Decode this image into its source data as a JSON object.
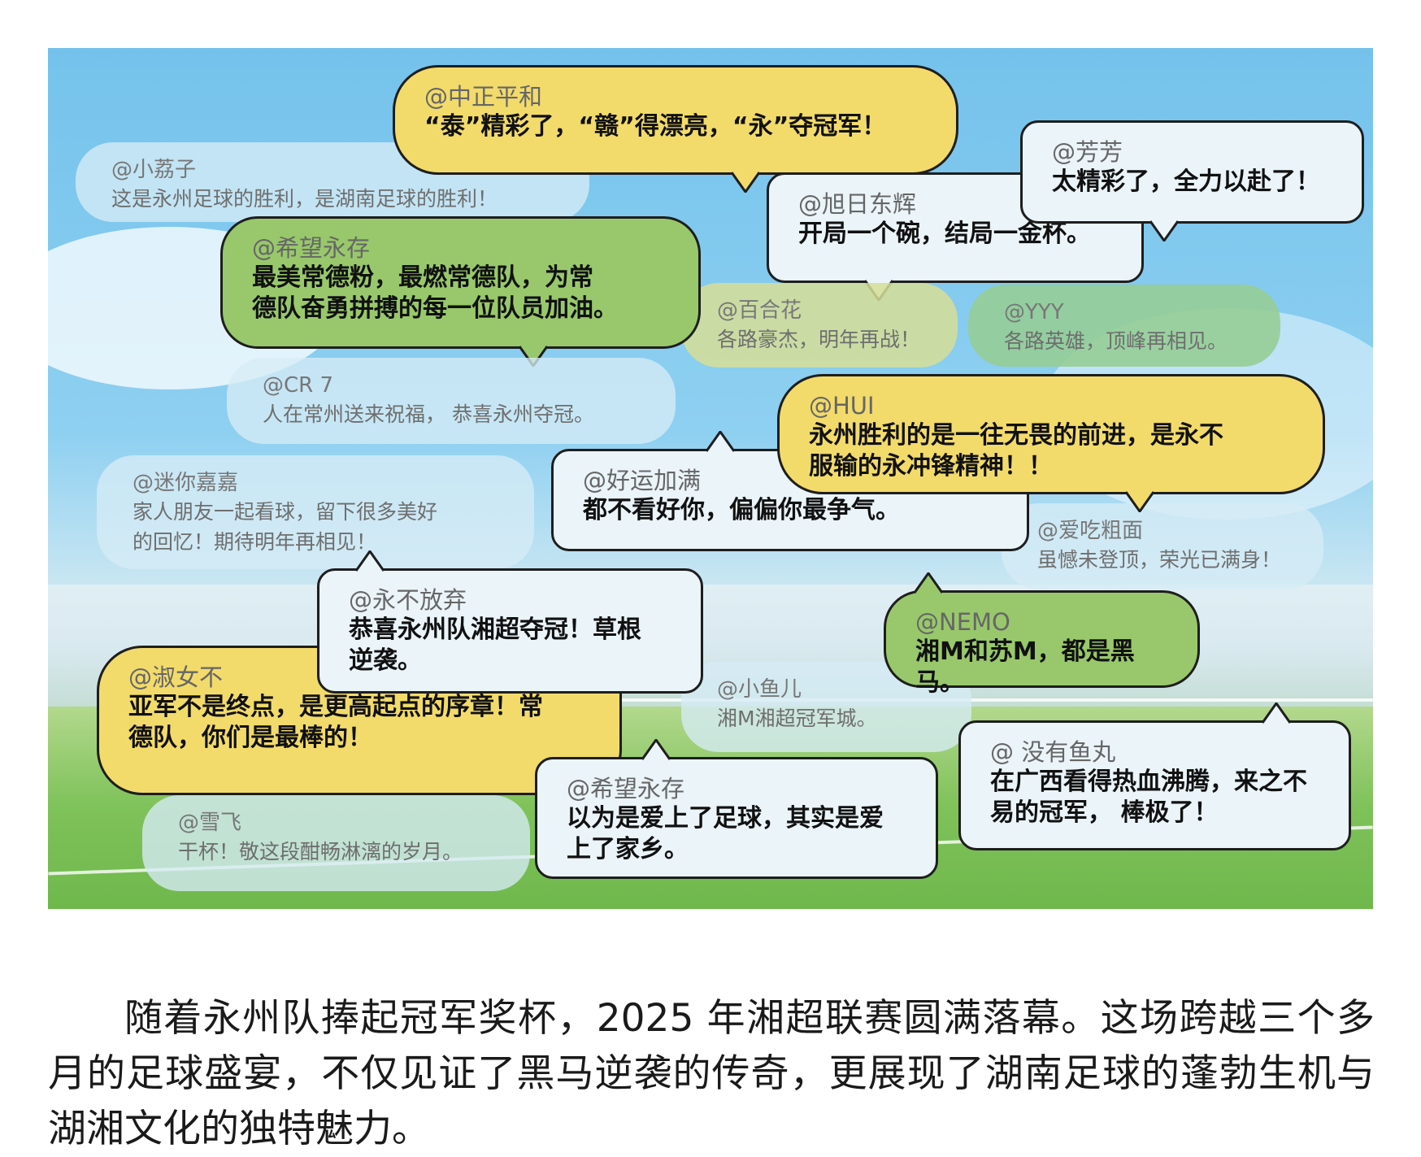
{
  "bubbles": [
    {
      "user": "@小荔子",
      "text": "这是永州足球的胜利，是湖南足球的胜利！",
      "style": "faded"
    },
    {
      "user": "@中正平和",
      "text": "“泰”精彩了，“赣”得漂亮，“永”夺冠军！",
      "style": "yellow"
    },
    {
      "user": "@旭日东辉",
      "text": "开局一个碗，结局一金杯。",
      "style": "white"
    },
    {
      "user": "@芳芳",
      "text": "太精彩了，全力以赴了！",
      "style": "white"
    },
    {
      "user": "@百合花",
      "text": "各路豪杰，明年再战！",
      "style": "faded olive"
    },
    {
      "user": "@YYY",
      "text": "各路英雄，顶峰再相见。",
      "style": "faded mint"
    },
    {
      "user": "@希望永存",
      "text": "最美常德粉，最燃常德队，为常\n德队奋勇拼搏的每一位队员加油。",
      "style": "green"
    },
    {
      "user": "@CR  7",
      "text": "人在常州送来祝福，  恭喜永州夺冠。",
      "style": "faded"
    },
    {
      "user": "@迷你嘉嘉",
      "text": "家人朋友一起看球，留下很多美好\n的回忆！期待明年再相见！",
      "style": "faded"
    },
    {
      "user": "@爱吃粗面",
      "text": "虽憾未登顶，荣光已满身！",
      "style": "faded"
    },
    {
      "user": "@好运加满",
      "text": "都不看好你，偏偏你最争气。",
      "style": "white"
    },
    {
      "user": "@HUI",
      "text": "永州胜利的是一往无畏的前进，是永不\n服输的永冲锋精神！！",
      "style": "yellow"
    },
    {
      "user": "@小鱼儿",
      "text": "湘M湘超冠军城。",
      "style": "faded"
    },
    {
      "user": "@雪飞",
      "text": "干杯！敬这段酣畅淋漓的岁月。",
      "style": "faded"
    },
    {
      "user": "@淑女不",
      "text": "亚军不是终点，是更高起点的序章！常\n德队，你们是最棒的！",
      "style": "yellow"
    },
    {
      "user": "@永不放弃",
      "text": "恭喜永州队湘超夺冠！草根\n逆袭。",
      "style": "white"
    },
    {
      "user": "@NEMO",
      "text": "湘M和苏M，都是黑马。",
      "style": "green"
    },
    {
      "user": "@希望永存",
      "text": "以为是爱上了足球，其实是爱\n上了家乡。",
      "style": "white"
    },
    {
      "user": "@ 没有鱼丸",
      "text": "在广西看得热血沸腾，来之不\n易的冠军，  棒极了！",
      "style": "white"
    }
  ],
  "paragraph": "随着永州队捧起冠军奖杯，2025 年湘超联赛圆满落幕。这场跨越三个多月的足球盛宴，不仅见证了黑马逆袭的传奇，更展现了湖南足球的蓬勃生机与湖湘文化的独特魅力。",
  "colors": {
    "yellow": "#f2db6b",
    "green": "#98c86b",
    "white": "#eaf4f9",
    "sky": "#74c2ec",
    "grass": "#7fc25a"
  }
}
